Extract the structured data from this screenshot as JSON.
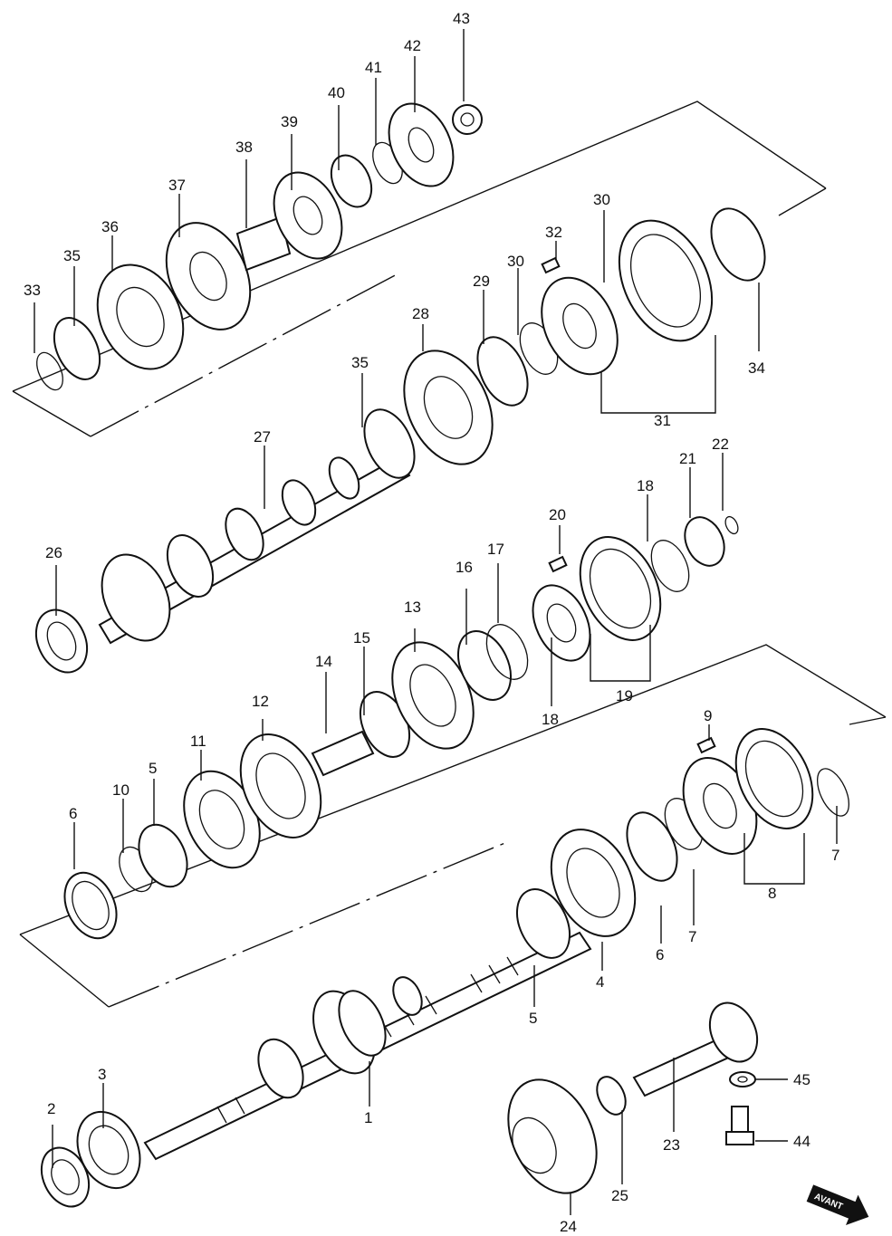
{
  "labels": {
    "p1": "1",
    "p2": "2",
    "p3": "3",
    "p4": "4",
    "p5a": "5",
    "p5b": "5",
    "p6a": "6",
    "p6b": "6",
    "p7a": "7",
    "p7b": "7",
    "p8": "8",
    "p9": "9",
    "p10": "10",
    "p11": "11",
    "p12": "12",
    "p13": "13",
    "p14": "14",
    "p15": "15",
    "p16": "16",
    "p17": "17",
    "p18a": "18",
    "p18b": "18",
    "p19": "19",
    "p20": "20",
    "p21": "21",
    "p22": "22",
    "p23": "23",
    "p24": "24",
    "p25": "25",
    "p26": "26",
    "p27": "27",
    "p28": "28",
    "p29": "29",
    "p30a": "30",
    "p30b": "30",
    "p31": "31",
    "p32": "32",
    "p33": "33",
    "p34": "34",
    "p35a": "35",
    "p35b": "35",
    "p36": "36",
    "p37": "37",
    "p38": "38",
    "p39": "39",
    "p40": "40",
    "p41": "41",
    "p42": "42",
    "p43": "43",
    "p44": "44",
    "p45": "45"
  },
  "direction_badge": "AVANT"
}
